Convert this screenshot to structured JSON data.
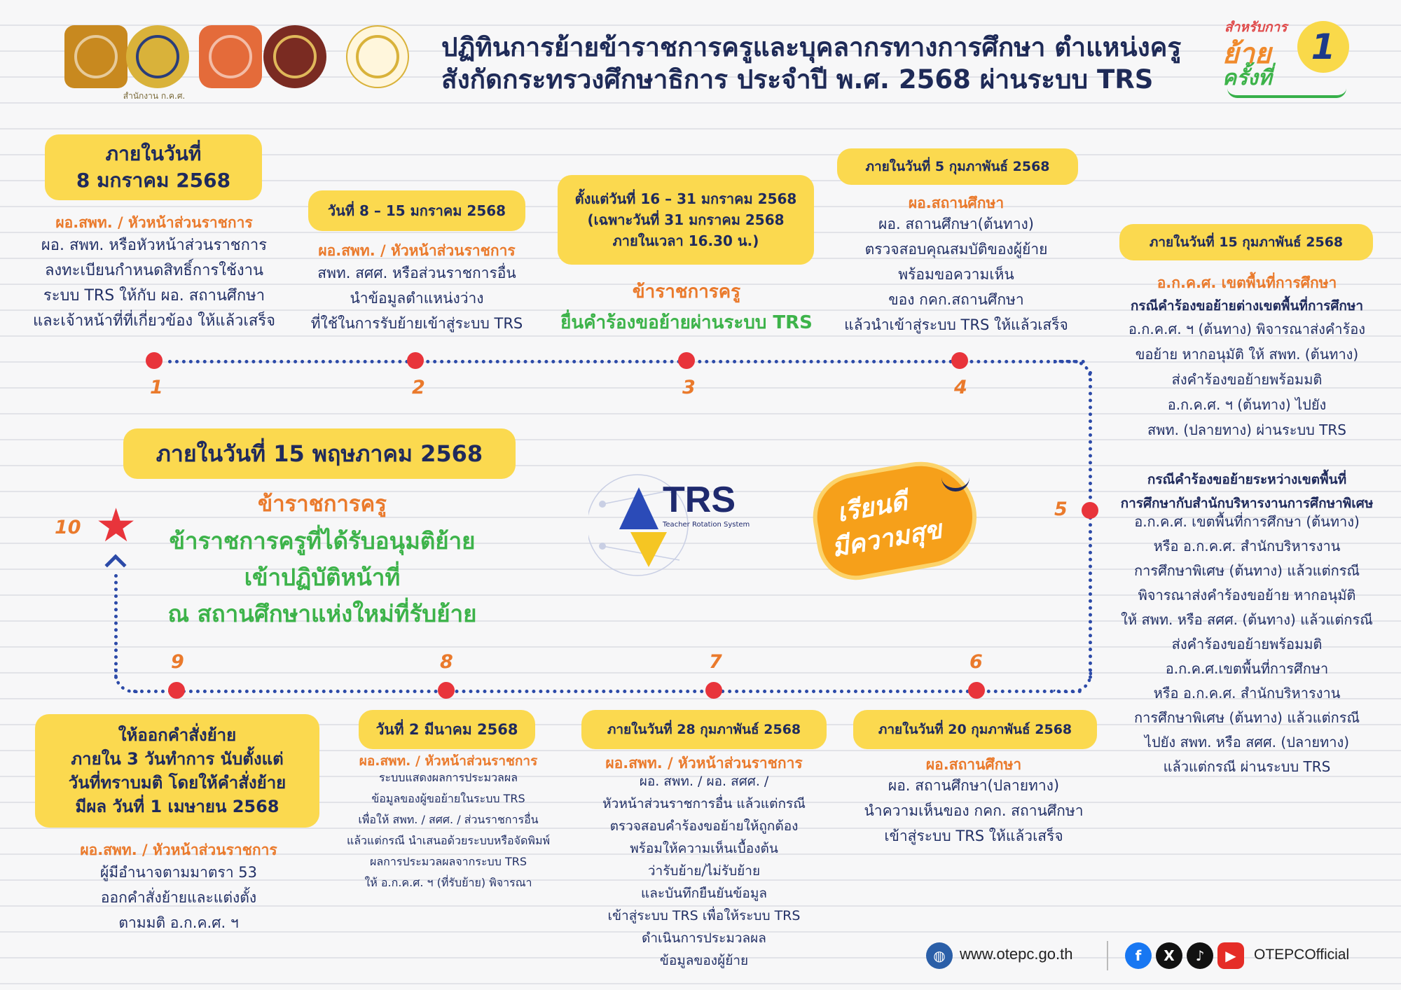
{
  "header": {
    "logos": [
      "moe-logo",
      "otepc-logo",
      "obec-logo",
      "ovec-logo",
      "opec-logo"
    ],
    "logo_caption": "สำนักงาน ก.ค.ศ.",
    "title_line1": "ปฏิทินการย้ายข้าราชการครูและบุคลากรทางการศึกษา ตำแหน่งครู",
    "title_line2": "สังกัดกระทรวงศึกษาธิการ ประจำปี พ.ศ. 2568 ผ่านระบบ TRS",
    "badge_small": "สำหรับการ",
    "badge_word1": "ย้าย",
    "badge_word2": "ครั้งที่",
    "badge_number": "1"
  },
  "steps": {
    "s1": {
      "number": "1",
      "date_line1": "ภายในวันที่",
      "date_line2": "8 มกราคม 2568",
      "role": "ผอ.สพท. / หัวหน้าส่วนราชการ",
      "lines": [
        "ผอ. สพท. หรือหัวหน้าส่วนราชการ",
        "ลงทะเบียนกำหนดสิทธิ์การใช้งาน",
        "ระบบ TRS ให้กับ ผอ. สถานศึกษา",
        "และเจ้าหน้าที่ที่เกี่ยวข้อง ให้แล้วเสร็จ"
      ]
    },
    "s2": {
      "number": "2",
      "date": "วันที่ 8 – 15 มกราคม 2568",
      "role": "ผอ.สพท. / หัวหน้าส่วนราชการ",
      "lines": [
        "สพท. สศศ. หรือส่วนราชการอื่น",
        "นำข้อมูลตำแหน่งว่าง",
        "ที่ใช้ในการรับย้ายเข้าสู่ระบบ TRS"
      ]
    },
    "s3": {
      "number": "3",
      "date_lines": [
        "ตั้งแต่วันที่ 16 – 31 มกราคม 2568",
        "(เฉพาะวันที่ 31 มกราคม 2568",
        "ภายในเวลา 16.30 น.)"
      ],
      "role": "ข้าราชการครู",
      "action": "ยื่นคำร้องขอย้ายผ่านระบบ TRS"
    },
    "s4": {
      "number": "4",
      "date": "ภายในวันที่ 5 กุมภาพันธ์ 2568",
      "role": "ผอ.สถานศึกษา",
      "lines": [
        "ผอ. สถานศึกษา(ต้นทาง)",
        "ตรวจสอบคุณสมบัติของผู้ย้าย",
        "พร้อมขอความเห็น",
        "ของ กคก.สถานศึกษา",
        "แล้วนำเข้าสู่ระบบ TRS ให้แล้วเสร็จ"
      ]
    },
    "s5": {
      "number": "5",
      "date": "ภายในวันที่ 15 กุมภาพันธ์ 2568",
      "role": "อ.ก.ค.ศ. เขตพื้นที่การศึกษา",
      "case1_title": "กรณีคำร้องขอย้ายต่างเขตพื้นที่การศึกษา",
      "case1_lines": [
        "อ.ก.ค.ศ. ฯ (ต้นทาง) พิจารณาส่งคำร้อง",
        "ขอย้าย หากอนุมัติ ให้ สพท. (ต้นทาง)",
        "ส่งคำร้องขอย้ายพร้อมมติ",
        "อ.ก.ค.ศ. ฯ (ต้นทาง) ไปยัง",
        "สพท. (ปลายทาง) ผ่านระบบ TRS"
      ],
      "case2_title_lines": [
        "กรณีคำร้องขอย้ายระหว่างเขตพื้นที่",
        "การศึกษากับสำนักบริหารงานการศึกษาพิเศษ"
      ],
      "case2_lines": [
        "อ.ก.ค.ศ. เขตพื้นที่การศึกษา (ต้นทาง)",
        "หรือ อ.ก.ค.ศ. สำนักบริหารงาน",
        "การศึกษาพิเศษ (ต้นทาง) แล้วแต่กรณี",
        "พิจารณาส่งคำร้องขอย้าย หากอนุมัติ",
        "ให้ สพท. หรือ สศศ. (ต้นทาง) แล้วแต่กรณี",
        "ส่งคำร้องขอย้ายพร้อมมติ",
        "อ.ก.ค.ศ.เขตพื้นที่การศึกษา",
        "หรือ อ.ก.ค.ศ. สำนักบริหารงาน",
        "การศึกษาพิเศษ (ต้นทาง) แล้วแต่กรณี",
        "ไปยัง สพท. หรือ สศศ. (ปลายทาง)",
        "แล้วแต่กรณี ผ่านระบบ TRS"
      ]
    },
    "s6": {
      "number": "6",
      "date": "ภายในวันที่ 20 กุมภาพันธ์ 2568",
      "role": "ผอ.สถานศึกษา",
      "lines": [
        "ผอ. สถานศึกษา(ปลายทาง)",
        "นำความเห็นของ กคก. สถานศึกษา",
        "เข้าสู่ระบบ TRS ให้แล้วเสร็จ"
      ]
    },
    "s7": {
      "number": "7",
      "date": "ภายในวันที่ 28 กุมภาพันธ์ 2568",
      "role": "ผอ.สพท. / หัวหน้าส่วนราชการ",
      "lines": [
        "ผอ. สพท. / ผอ. สศศ. /",
        "หัวหน้าส่วนราชการอื่น แล้วแต่กรณี",
        "ตรวจสอบคำร้องขอย้ายให้ถูกต้อง",
        "พร้อมให้ความเห็นเบื้องต้น",
        "ว่ารับย้าย/ไม่รับย้าย",
        "และบันทึกยืนยันข้อมูล",
        "เข้าสู่ระบบ TRS เพื่อให้ระบบ TRS",
        "ดำเนินการประมวลผล",
        "ข้อมูลของผู้ย้าย"
      ]
    },
    "s8": {
      "number": "8",
      "date": "วันที่ 2 มีนาคม 2568",
      "role": "ผอ.สพท. / หัวหน้าส่วนราชการ",
      "lines": [
        "ระบบแสดงผลการประมวลผล",
        "ข้อมูลของผู้ขอย้ายในระบบ TRS",
        "เพื่อให้ สพท. / สศศ. / ส่วนราชการอื่น",
        "แล้วแต่กรณี นำเสนอด้วยระบบหรือจัดพิมพ์",
        "ผลการประมวลผลจากระบบ TRS",
        "ให้ อ.ก.ค.ศ. ฯ (ที่รับย้าย) พิจารณา"
      ]
    },
    "s9": {
      "number": "9",
      "box_lines": [
        "ให้ออกคำสั่งย้าย",
        "ภายใน 3 วันทำการ นับตั้งแต่",
        "วันที่ทราบมติ โดยให้คำสั่งย้าย",
        "มีผล วันที่ 1 เมษายน 2568"
      ],
      "role": "ผอ.สพท. / หัวหน้าส่วนราชการ",
      "lines": [
        "ผู้มีอำนาจตามมาตรา 53",
        "ออกคำสั่งย้ายและแต่งตั้ง",
        "ตามมติ อ.ก.ค.ศ. ฯ"
      ]
    },
    "s10": {
      "number": "10",
      "date": "ภายในวันที่ 15 พฤษภาคม 2568",
      "role": "ข้าราชการครู",
      "lines": [
        "ข้าราชการครูที่ได้รับอนุมติย้าย",
        "เข้าปฏิบัติหน้าที่",
        "ณ สถานศึกษาแห่งใหม่ที่รับย้าย"
      ]
    }
  },
  "center": {
    "trs_logo": "TRS",
    "trs_subtitle": "Teacher Rotation System",
    "slogan_line1": "เรียนดี",
    "slogan_line2": "มีความสุข"
  },
  "footer": {
    "website": "www.otepc.go.th",
    "social_handle": "OTEPCOfficial",
    "icons": [
      "globe-icon",
      "facebook-icon",
      "x-icon",
      "tiktok-icon",
      "youtube-icon"
    ]
  },
  "colors": {
    "accent_yellow": "#fbd94f",
    "accent_orange": "#ea7a2c",
    "accent_green": "#3db34a",
    "navy": "#1f2a5c",
    "timeline_red": "#e8343b",
    "timeline_blue": "#2c4aa8"
  }
}
